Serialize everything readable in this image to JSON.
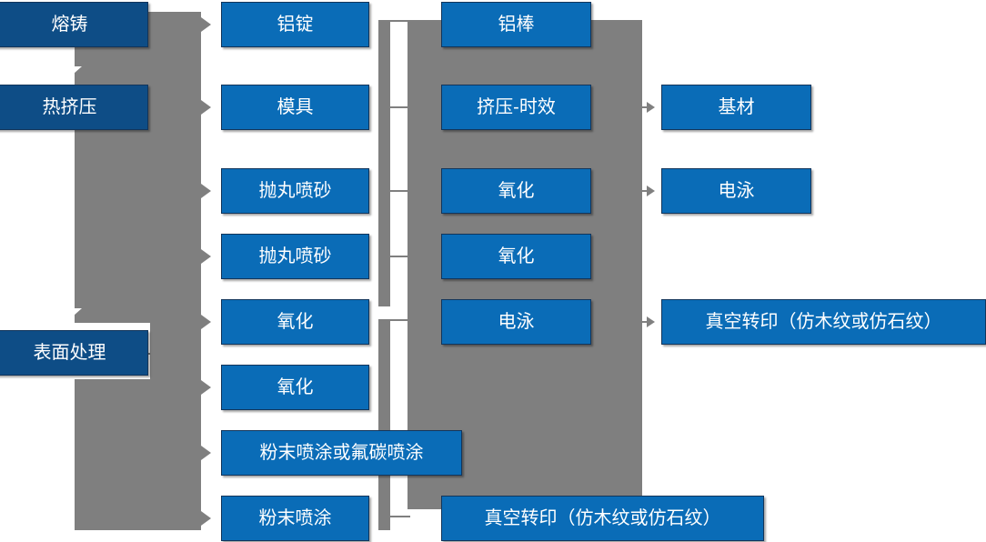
{
  "diagram": {
    "type": "flowchart",
    "title": "",
    "colors": {
      "stage_box": "#0E4D86",
      "process_box": "#0A6CB7",
      "connector": "#7F7F7F",
      "text": "#FFFFFF",
      "background": "#FFFFFF"
    },
    "stages": [
      {
        "id": "melt-cast",
        "label": "熔铸"
      },
      {
        "id": "hot-extrusion",
        "label": "热挤压"
      },
      {
        "id": "surface-treatment",
        "label": "表面处理"
      }
    ],
    "column2": [
      {
        "id": "aluminum-ingot",
        "label": "铝锭"
      },
      {
        "id": "mold",
        "label": "模具"
      },
      {
        "id": "shot-blasting-1",
        "label": "抛丸喷砂"
      },
      {
        "id": "shot-blasting-2",
        "label": "抛丸喷砂"
      },
      {
        "id": "oxidation-1",
        "label": "氧化"
      },
      {
        "id": "oxidation-2",
        "label": "氧化"
      },
      {
        "id": "powder-or-pvdf-coating",
        "label": "粉末喷涂或氟碳喷涂"
      },
      {
        "id": "powder-coating",
        "label": "粉末喷涂"
      }
    ],
    "column3": [
      {
        "id": "aluminum-bar",
        "label": "铝棒"
      },
      {
        "id": "extrusion-aging",
        "label": "挤压-时效"
      },
      {
        "id": "oxidation-3",
        "label": "氧化"
      },
      {
        "id": "oxidation-4",
        "label": "氧化"
      },
      {
        "id": "electrophoresis-1",
        "label": "电泳"
      },
      {
        "id": "vacuum-transfer-printing-bottom",
        "label": "真空转印（仿木纹或仿石纹）"
      }
    ],
    "column4": [
      {
        "id": "substrate",
        "label": "基材"
      },
      {
        "id": "electrophoresis-2",
        "label": "电泳"
      },
      {
        "id": "vacuum-transfer-printing-right",
        "label": "真空转印（仿木纹或仿石纹）"
      }
    ]
  }
}
